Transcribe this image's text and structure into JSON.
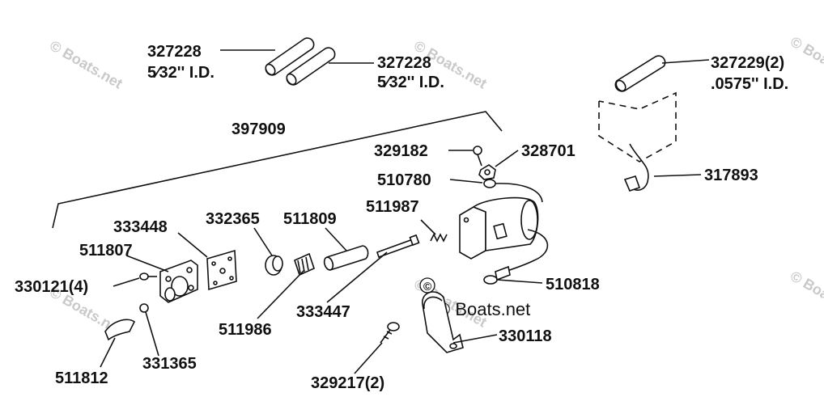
{
  "watermarks": [
    "© Boats.net",
    "© Boats.net",
    "© Boats.net",
    "© Boats.net",
    "© Boats.net",
    "© Boats.net",
    "© Boats.net"
  ],
  "labels": {
    "p327228_a": "327228",
    "p327228_a_id": "5⁄32'' I.D.",
    "p327228_b": "327228",
    "p327228_b_id": "5⁄32'' I.D.",
    "p327229": "327229(2)",
    "p327229_id": ".0575'' I.D.",
    "p397909": "397909",
    "p329182": "329182",
    "p328701": "328701",
    "p510780": "510780",
    "p317893": "317893",
    "p511987": "511987",
    "p333448": "333448",
    "p332365": "332365",
    "p511809": "511809",
    "p511807": "511807",
    "p330121": "330121(4)",
    "p510818": "510818",
    "p333447": "333447",
    "p511986": "511986",
    "p331365": "331365",
    "p330118": "330118",
    "p511812": "511812",
    "p329217": "329217(2)"
  }
}
